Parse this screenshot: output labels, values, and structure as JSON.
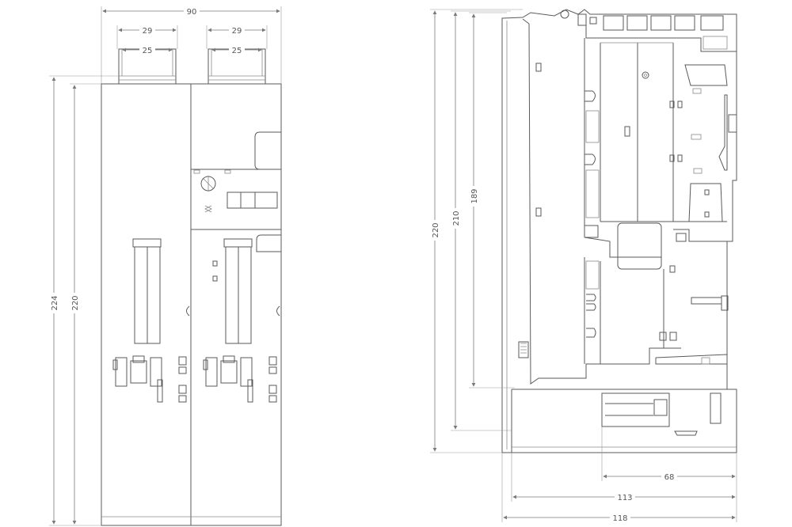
{
  "front_view": {
    "dimensions": {
      "width_total": "90",
      "terminal_outer_left": "29",
      "terminal_inner_left": "25",
      "terminal_outer_right": "29",
      "terminal_inner_right": "25",
      "height_total": "224",
      "height_body": "220"
    }
  },
  "side_view": {
    "dimensions": {
      "height_total": "220",
      "height_210": "210",
      "height_189": "189",
      "depth_68": "68",
      "depth_113": "113",
      "depth_118": "118"
    }
  },
  "colors": {
    "line": "#5a5a5a",
    "dimension": "#7a7a7a",
    "background": "#ffffff"
  }
}
